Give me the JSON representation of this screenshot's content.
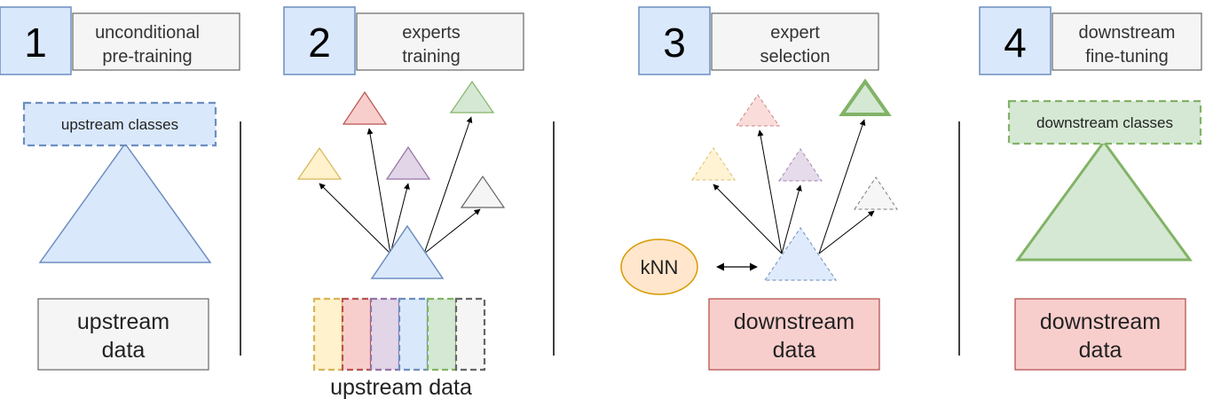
{
  "steps": [
    {
      "number": "1",
      "title_line1": "unconditional",
      "title_line2": "pre-training"
    },
    {
      "number": "2",
      "title_line1": "experts",
      "title_line2": "training"
    },
    {
      "number": "3",
      "title_line1": "expert",
      "title_line2": "selection"
    },
    {
      "number": "4",
      "title_line1": "downstream",
      "title_line2": "fine-tuning"
    }
  ],
  "panel1": {
    "class_label": "upstream classes",
    "data_line1": "upstream",
    "data_line2": "data"
  },
  "panel2": {
    "data_label": "upstream data"
  },
  "panel3": {
    "knn_label": "kNN",
    "data_line1": "downstream",
    "data_line2": "data"
  },
  "panel4": {
    "class_label": "downstream classes",
    "data_line1": "downstream",
    "data_line2": "data"
  },
  "colors": {
    "blue_fill": "#dae8fc",
    "blue_stroke": "#6c8ebf",
    "red_fill": "#f8cecc",
    "red_stroke": "#b85450",
    "green_fill": "#d5e8d4",
    "green_stroke": "#82b366",
    "yellow_fill": "#fff2cc",
    "yellow_stroke": "#d6b656",
    "purple_fill": "#e1d5e7",
    "purple_stroke": "#9673a6",
    "gray_fill": "#f5f5f5",
    "gray_stroke": "#666666",
    "knn_fill": "#ffe6cc",
    "knn_stroke": "#d79b00"
  }
}
